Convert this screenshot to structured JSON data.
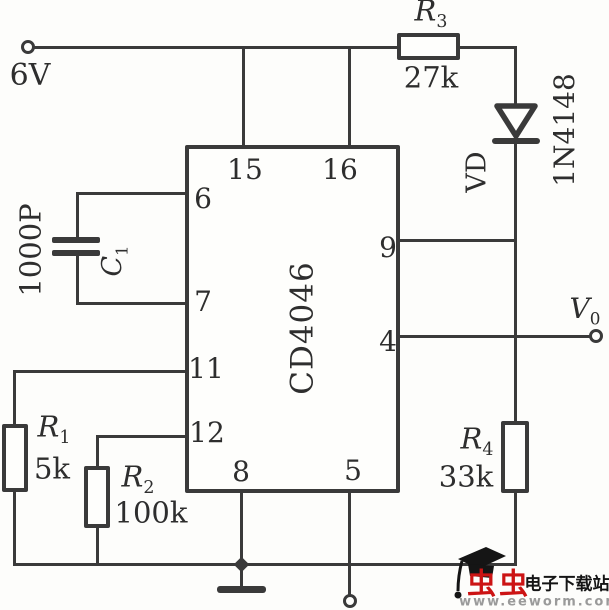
{
  "terminals": {
    "power": "6V",
    "output_ref": "V",
    "output_sub": "0"
  },
  "ic": {
    "name": "CD4046",
    "pins": {
      "p15": "15",
      "p16": "16",
      "p6": "6",
      "p7": "7",
      "p9": "9",
      "p4": "4",
      "p11": "11",
      "p12": "12",
      "p8": "8",
      "p5": "5"
    }
  },
  "components": {
    "r1": {
      "ref": "R",
      "sub": "1",
      "value": "5k"
    },
    "r2": {
      "ref": "R",
      "sub": "2",
      "value": "100k"
    },
    "r3": {
      "ref": "R",
      "sub": "3",
      "value": "27k"
    },
    "r4": {
      "ref": "R",
      "sub": "4",
      "value": "33k"
    },
    "c1": {
      "ref": "C",
      "sub": "1",
      "value": "1000P"
    },
    "diode": {
      "ref": "VD",
      "part": "1N4148"
    }
  },
  "watermark": {
    "logo_text": "虫虫",
    "site_name": "电子下载站",
    "site_url": "www.eeworm.com"
  },
  "colors": {
    "line": "#3a3a3a",
    "watermark_red": "#cc1414",
    "watermark_black": "#151515",
    "watermark_gray": "#9a9a9a"
  }
}
